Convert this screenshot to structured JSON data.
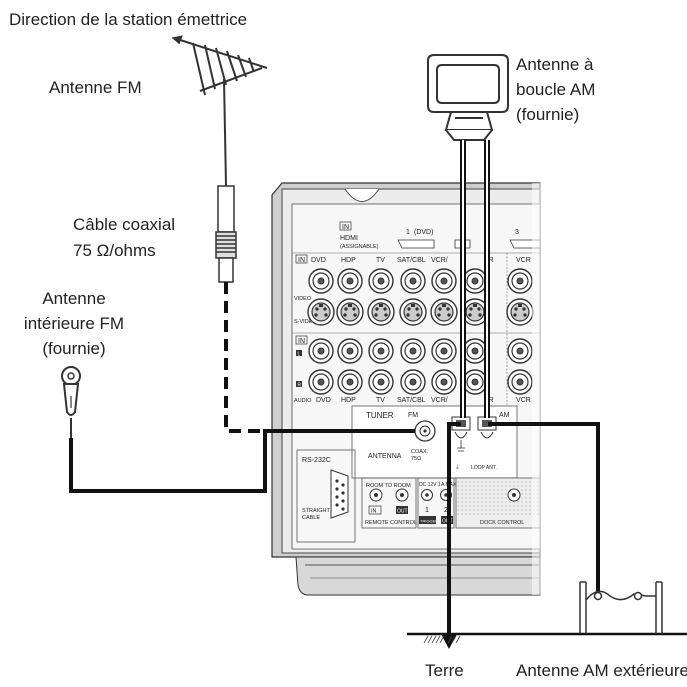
{
  "labels": {
    "direction": "Direction de la station émettrice",
    "fm_antenna": "Antenne FM",
    "am_loop_line1": "Antenne à",
    "am_loop_line2": "boucle AM",
    "am_loop_line3": "(fournie)",
    "coax_line1": "Câble coaxial",
    "coax_line2": "75 Ω/ohms",
    "indoor_line1": "Antenne",
    "indoor_line2": "intérieure FM",
    "indoor_line3": "(fournie)",
    "ground": "Terre",
    "am_outdoor": "Antenne AM extérieure"
  },
  "panel": {
    "in": "IN",
    "hdmi": "HDMI",
    "assignable": "(ASSIGNABLE)",
    "hdmi_1": "1",
    "hdmi_1_dvd": "(DVD)",
    "hdmi_3": "3",
    "video": "VIDEO",
    "s_video": "S-VIDEO",
    "audio": "AUDIO",
    "col_dvd": "DVD",
    "col_hdp": "HDP",
    "col_tv": "TV",
    "col_satcbl": "SAT/CBL",
    "col_vcr1": "VCR/",
    "col_vr": "VR",
    "col_vcr": "VCR",
    "l": "L",
    "r": "R",
    "tuner": "TUNER",
    "fm": "FM",
    "am": "AM",
    "antenna": "ANTENNA",
    "coax": "COAX.",
    "ohm": "75Ω",
    "loop_ant": "LOOP ANT.",
    "rs232c": "RS-232C",
    "straight_cable_1": "STRAIGHT",
    "straight_cable_2": "CABLE",
    "room_to_room": "ROOM TO ROOM",
    "in2": "IN",
    "out": "OUT",
    "remote_control": "REMOTE CONTROL",
    "dc12v": "DC 12V 1",
    "amax": "A MAX.",
    "trig_1": "1",
    "trig_2": "2",
    "trigger": "TRIGGER",
    "out2": "OUT",
    "dock_control": "DOCK CONTROL"
  }
}
